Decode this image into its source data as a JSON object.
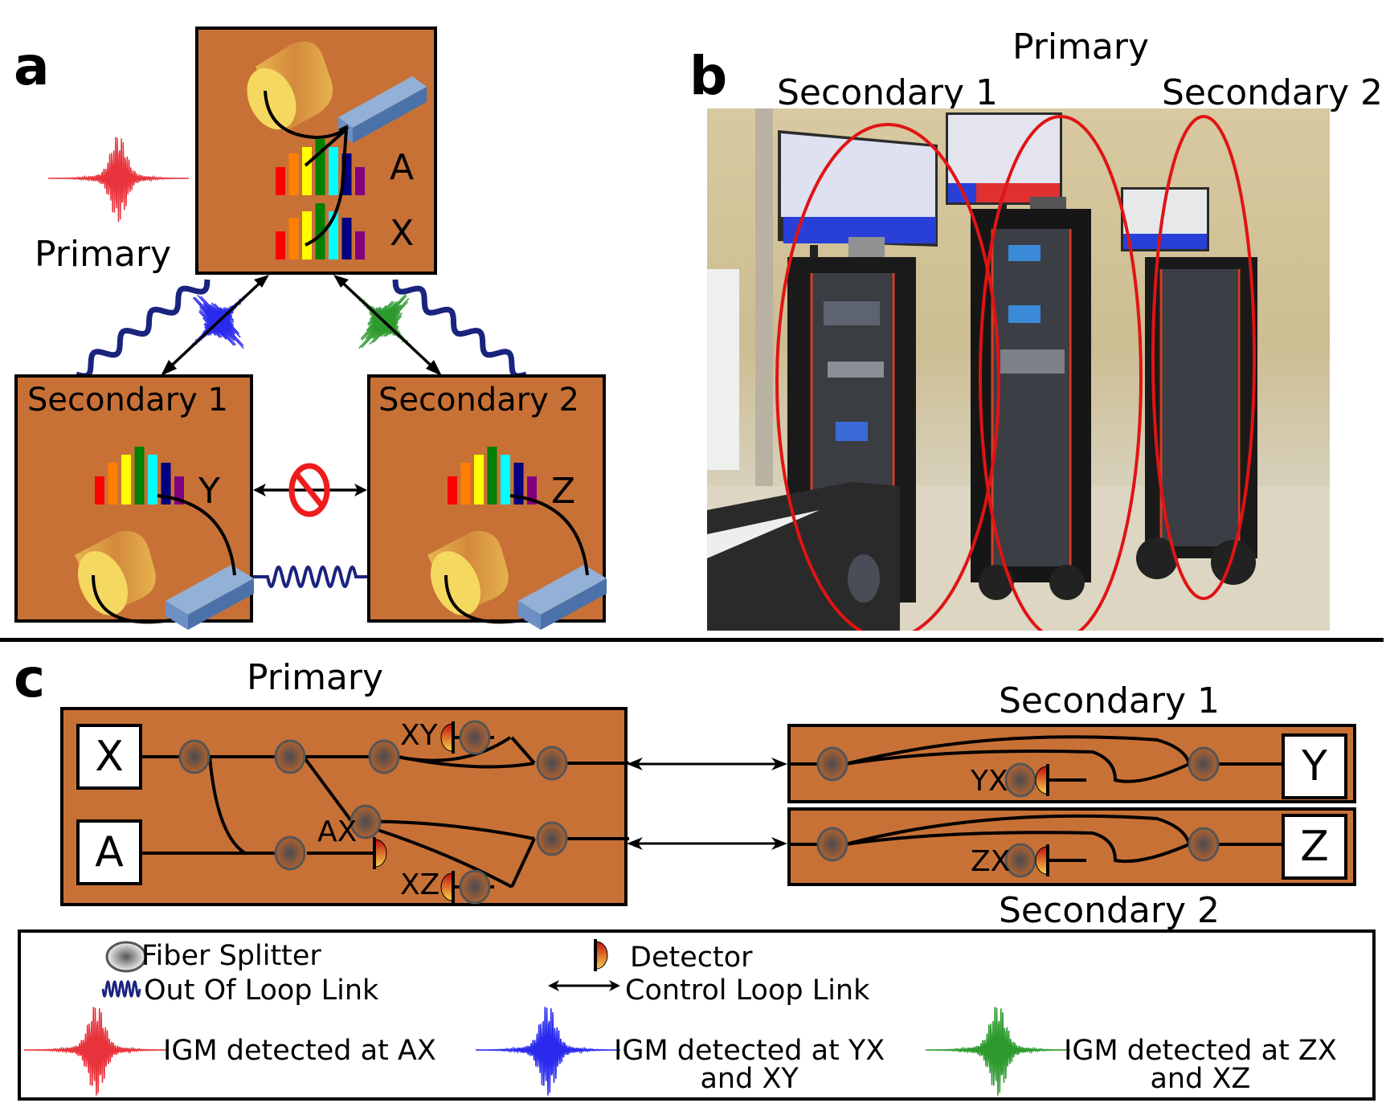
{
  "panel_a": {
    "label": "a",
    "primary_title": "Primary",
    "primary_combs": [
      "A",
      "X"
    ],
    "secondary1_title": "Secondary 1",
    "secondary1_comb": "Y",
    "secondary2_title": "Secondary 2",
    "secondary2_comb": "Z",
    "colors": {
      "box": "#c87137",
      "comb": [
        "#ff0000",
        "#ff7f00",
        "#ffff00",
        "#008000",
        "#00ffff",
        "#000080",
        "#800080"
      ],
      "igm_primary": "#e8333c",
      "igm_link1": "#2a2aee",
      "igm_link2": "#2e9a2e",
      "out_of_loop": "#1a237e",
      "no_link": "#ee1c1c"
    }
  },
  "panel_b": {
    "label": "b",
    "primary_title": "Primary",
    "secondary1_title": "Secondary 1",
    "secondary2_title": "Secondary 2",
    "photo_description": "Three equipment racks on wheeled carts with monitors, circled in red ellipses"
  },
  "panel_c": {
    "label": "c",
    "primary_title": "Primary",
    "secondary1_title": "Secondary 1",
    "secondary2_title": "Secondary 2",
    "sources": {
      "x": "X",
      "a": "A",
      "y": "Y",
      "z": "Z"
    },
    "detectors": {
      "xy": "XY",
      "ax": "AX",
      "xz": "XZ",
      "yx": "YX",
      "zx": "ZX"
    }
  },
  "legend": {
    "fiber_splitter": "Fiber Splitter",
    "detector": "Detector",
    "out_of_loop": "Out Of Loop Link",
    "control_loop": "Control Loop Link",
    "igm_ax": "IGM detected at AX",
    "igm_yx_line1": "IGM detected at YX",
    "igm_yx_line2": "and XY",
    "igm_zx_line1": "IGM detected at ZX",
    "igm_zx_line2": "and XZ"
  }
}
